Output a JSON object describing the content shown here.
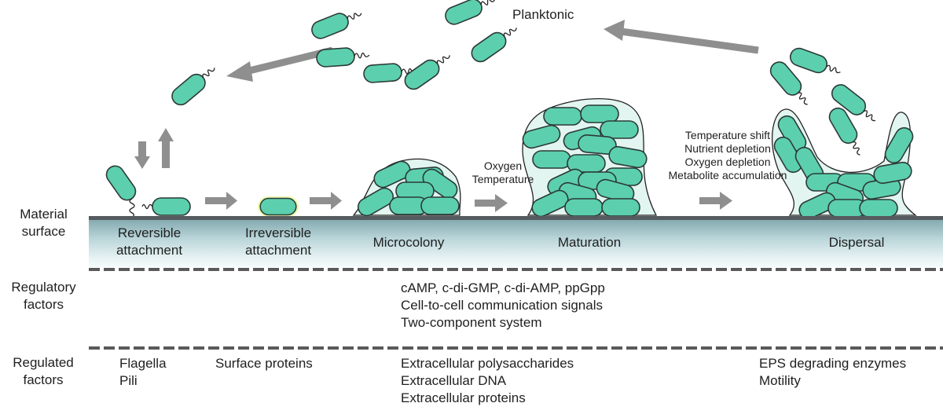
{
  "title_planktonic": "Planktonic",
  "row_labels": {
    "material_surface": [
      "Material",
      "surface"
    ],
    "regulatory_factors": [
      "Regulatory",
      "factors"
    ],
    "regulated_factors": [
      "Regulated",
      "factors"
    ]
  },
  "stages": [
    {
      "id": "reversible",
      "label": [
        "Reversible",
        "attachment"
      ]
    },
    {
      "id": "irreversible",
      "label": [
        "Irreversible",
        "attachment"
      ]
    },
    {
      "id": "microcolony",
      "label": [
        "Microcolony"
      ]
    },
    {
      "id": "maturation",
      "label": [
        "Maturation"
      ]
    },
    {
      "id": "dispersal",
      "label": [
        "Dispersal"
      ]
    }
  ],
  "transition_conditions": {
    "microcolony_to_maturation": [
      "Oxygen",
      "Temperature"
    ],
    "maturation_to_dispersal": [
      "Temperature shift",
      "Nutrient depletion",
      "Oxygen depletion",
      "Metabolite accumulation"
    ]
  },
  "regulatory_factors": [
    "cAMP, c-di-GMP, c-di-AMP, ppGpp",
    "Cell-to-cell communication signals",
    "Two-component system"
  ],
  "regulated_factors": {
    "reversible": [
      "Flagella",
      "Pili"
    ],
    "irreversible": [
      "Surface proteins"
    ],
    "maturation": [
      "Extracellular polysaccharides",
      "Extracellular DNA",
      "Extracellular proteins"
    ],
    "dispersal": [
      "EPS degrading enzymes",
      "Motility"
    ]
  },
  "colors": {
    "bacterium_fill": "#5ccfae",
    "bacterium_stroke": "#2b3a36",
    "matrix_fill": "#e3f5f0",
    "arrow": "#8f8f8f",
    "surface_line": "#555b5e",
    "irreversible_glow": "#e6f58a"
  }
}
